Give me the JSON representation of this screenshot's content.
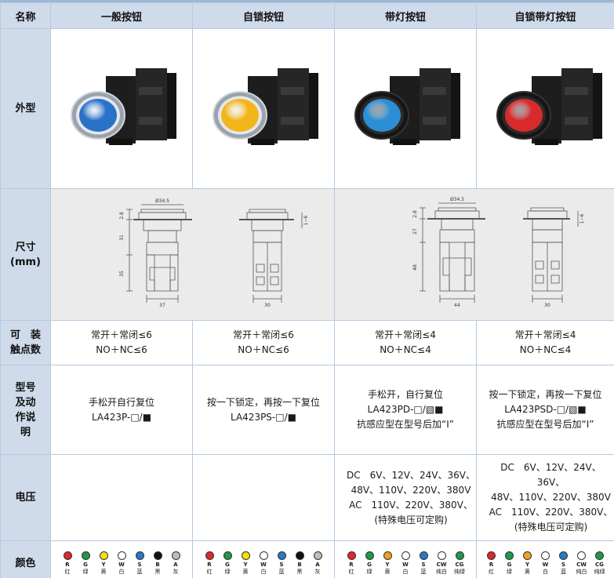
{
  "header": {
    "name": "名称",
    "columns": [
      "一般按钮",
      "自锁按钮",
      "带灯按钮",
      "自锁带灯按钮"
    ]
  },
  "rows": {
    "appearance": "外型",
    "size": "尺寸",
    "size_unit": "(mm)",
    "contacts_l1": "可　装",
    "contacts_l2": "触点数",
    "model_l1": "型号",
    "model_l2": "及动",
    "model_l3": "作说",
    "model_l4": "明",
    "voltage": "电压",
    "color": "颜色"
  },
  "products": [
    {
      "button_color": "#2a72c8",
      "bezel": "metal",
      "contacts1": "常开＋常闭≤6",
      "contacts2": "NO＋NC≤6",
      "model1": "手松开自行复位",
      "model2": "LA423P-□/■",
      "model3": ""
    },
    {
      "button_color": "#f2b51a",
      "bezel": "metal",
      "contacts1": "常开＋常闭≤6",
      "contacts2": "NO＋NC≤6",
      "model1": "按一下锁定，再按一下复位",
      "model2": "LA423PS-□/■",
      "model3": ""
    },
    {
      "button_color": "#2c8fd6",
      "bezel": "black",
      "contacts1": "常开＋常闭≤4",
      "contacts2": "NO＋NC≤4",
      "model1": "手松开，自行复位",
      "model2": "LA423PD-□/▧■",
      "model3": "抗感应型在型号后加“I”"
    },
    {
      "button_color": "#d82a2a",
      "bezel": "black",
      "contacts1": "常开＋常闭≤4",
      "contacts2": "NO＋NC≤4",
      "model1": "按一下锁定，再按一下复位",
      "model2": "LA423PSD-□/▧■",
      "model3": "抗感应型在型号后加“I”"
    }
  ],
  "voltage_text": {
    "l1": "DC　6V、12V、24V、36V、",
    "l2": "48V、110V、220V、380V",
    "l3": "AC　110V、220V、380V、",
    "l4": "(特殊电压可定购)"
  },
  "dims": {
    "a_diam": "Ø34.5",
    "a_h1": "2.8",
    "a_h2": "31",
    "a_h3": "35",
    "a_w": "37",
    "a_w2": "30",
    "a_t": "1~6",
    "b_diam": "Ø34.5",
    "b_h1": "2.8",
    "b_h2": "27",
    "b_h3": "48",
    "b_w": "44",
    "b_w2": "30",
    "b_t": "1~6"
  },
  "colors_basic": [
    {
      "code": "R",
      "cn": "红",
      "hex": "#e3262b"
    },
    {
      "code": "G",
      "cn": "绿",
      "hex": "#1d9a48"
    },
    {
      "code": "Y",
      "cn": "黄",
      "hex": "#f5e000"
    },
    {
      "code": "W",
      "cn": "白",
      "hex": "#ffffff"
    },
    {
      "code": "S",
      "cn": "蓝",
      "hex": "#2a78c9"
    },
    {
      "code": "B",
      "cn": "黑",
      "hex": "#111111"
    },
    {
      "code": "A",
      "cn": "灰",
      "hex": "#bdbdbd"
    }
  ],
  "colors_lamp": [
    {
      "code": "R",
      "cn": "红",
      "hex": "#e3262b"
    },
    {
      "code": "G",
      "cn": "绿",
      "hex": "#1d9a48"
    },
    {
      "code": "Y",
      "cn": "黄",
      "hex": "#f0a020"
    },
    {
      "code": "W",
      "cn": "白",
      "hex": "#ffffff"
    },
    {
      "code": "S",
      "cn": "蓝",
      "hex": "#2a78c9"
    },
    {
      "code": "CW",
      "cn": "纯白",
      "hex": "#ffffff"
    },
    {
      "code": "CG",
      "cn": "纯绿",
      "hex": "#1d9a48"
    }
  ]
}
